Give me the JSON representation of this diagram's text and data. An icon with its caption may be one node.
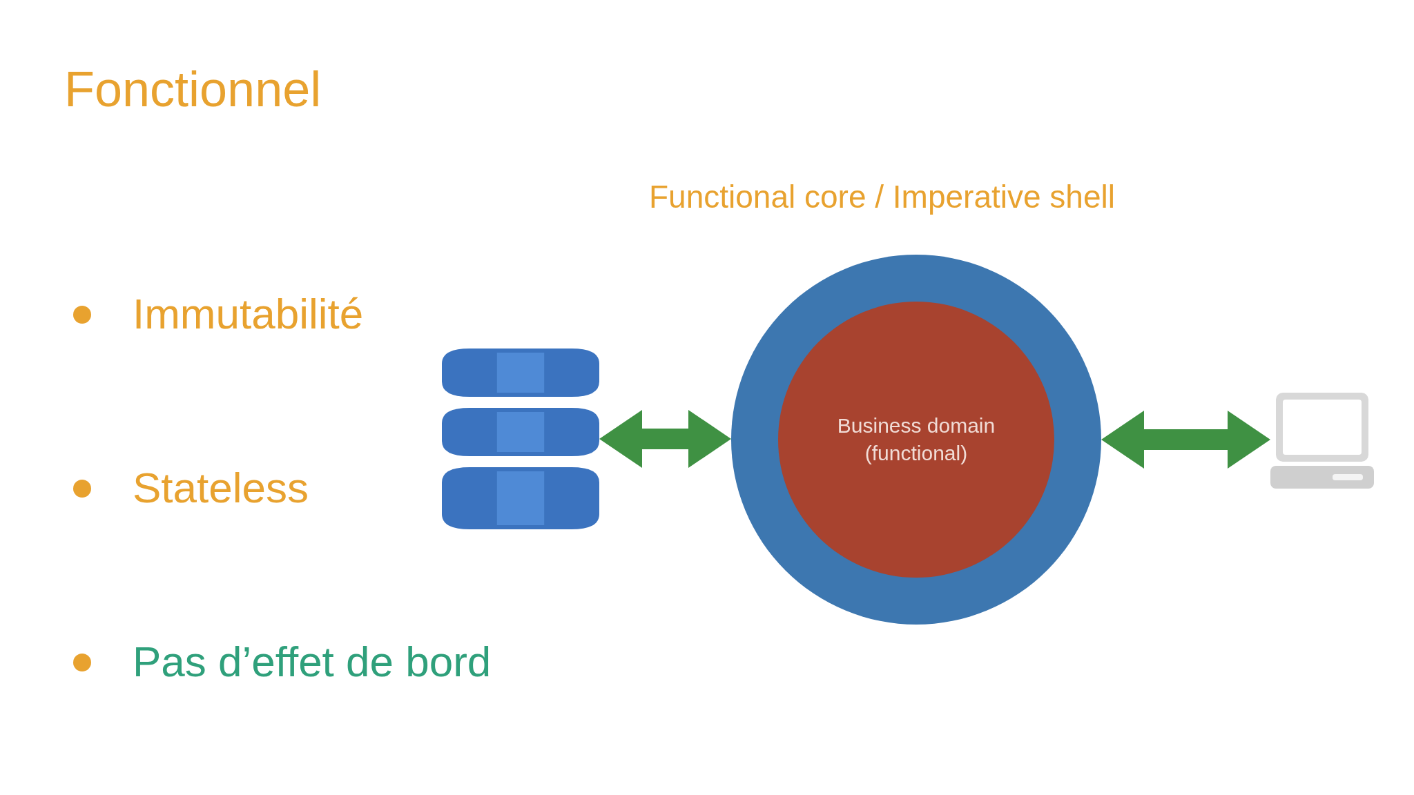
{
  "diagram": {
    "title": "Fonctionnel",
    "nodes": [
      {
        "text": [],
        "shape": "cylinder"
      },
      {
        "text": [],
        "shape": "circle"
      },
      {
        "text": [
          "Business domain (functional)"
        ],
        "in": 1
      },
      {
        "text": [],
        "shape": "computer"
      }
    ],
    "edges": [
      {
        "from": 0,
        "to": 1,
        "arrow": "both"
      },
      {
        "from": 1,
        "to": 3,
        "arrow": "both"
      }
    ],
    "labels": [
      "Functional core / Imperative shell",
      "Immutabilité",
      "Stateless",
      "Pas d’effet de bord"
    ]
  }
}
